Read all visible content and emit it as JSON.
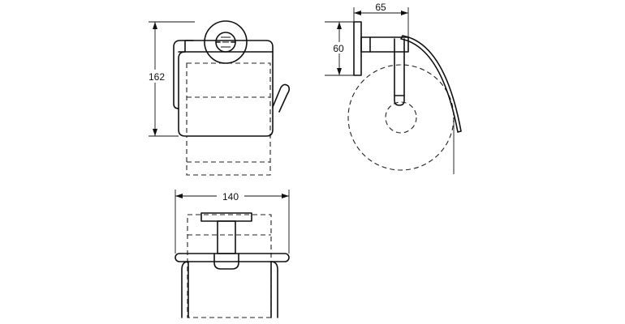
{
  "dimensions": {
    "height": "162",
    "width": "140",
    "depth": "65",
    "mount_height": "60"
  }
}
